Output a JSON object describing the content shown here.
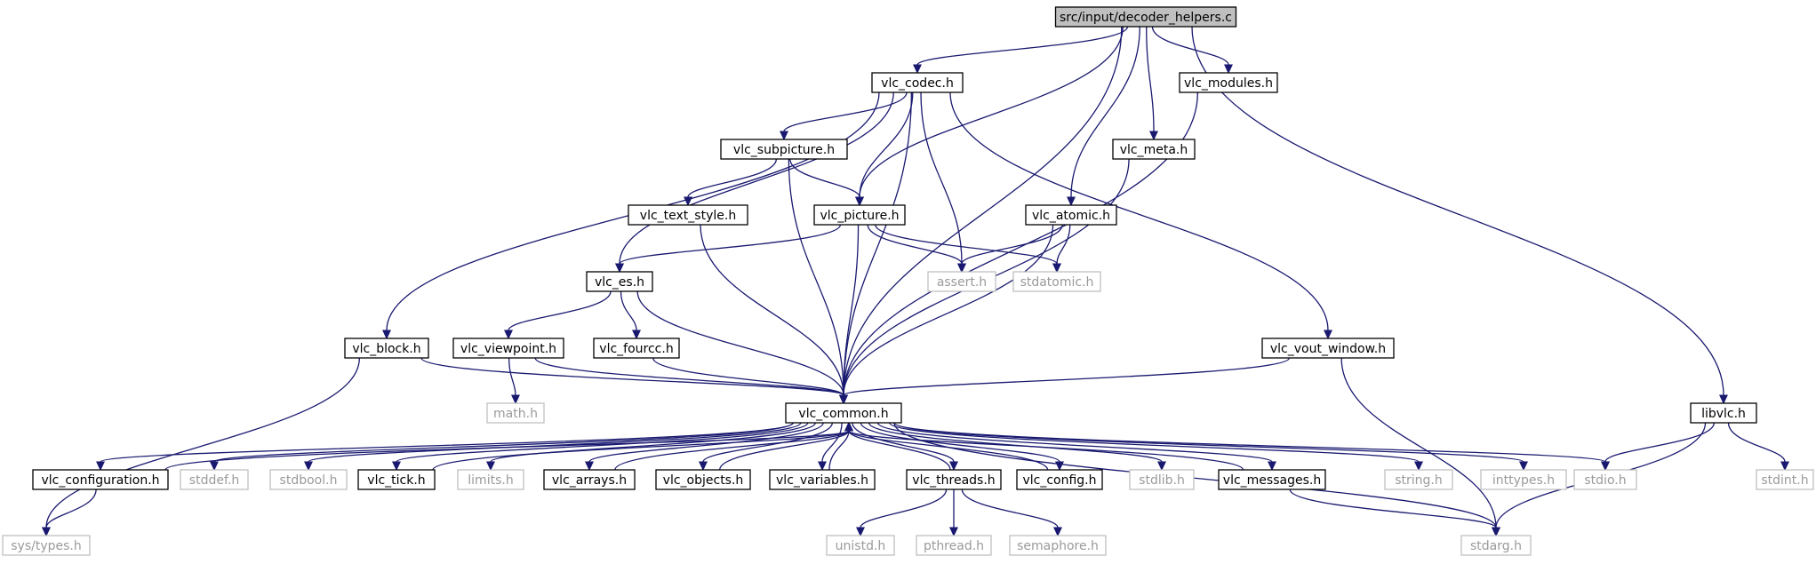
{
  "graph": {
    "colors": {
      "edge": "#191970",
      "root_fill": "#bfbfbf",
      "local_border": "#000000",
      "external_border": "#bfbfbf",
      "external_text": "#9a9a9a"
    },
    "nodes": [
      {
        "id": "root",
        "label": "src/input/decoder_helpers.c",
        "kind": "root"
      },
      {
        "id": "vlc_codec",
        "label": "vlc_codec.h",
        "kind": "local"
      },
      {
        "id": "vlc_modules",
        "label": "vlc_modules.h",
        "kind": "local"
      },
      {
        "id": "vlc_subpicture",
        "label": "vlc_subpicture.h",
        "kind": "local"
      },
      {
        "id": "vlc_meta",
        "label": "vlc_meta.h",
        "kind": "local"
      },
      {
        "id": "vlc_text_style",
        "label": "vlc_text_style.h",
        "kind": "local"
      },
      {
        "id": "vlc_picture",
        "label": "vlc_picture.h",
        "kind": "local"
      },
      {
        "id": "vlc_atomic",
        "label": "vlc_atomic.h",
        "kind": "local"
      },
      {
        "id": "vlc_es",
        "label": "vlc_es.h",
        "kind": "local"
      },
      {
        "id": "assert",
        "label": "assert.h",
        "kind": "external"
      },
      {
        "id": "stdatomic",
        "label": "stdatomic.h",
        "kind": "external"
      },
      {
        "id": "vlc_block",
        "label": "vlc_block.h",
        "kind": "local"
      },
      {
        "id": "vlc_viewpoint",
        "label": "vlc_viewpoint.h",
        "kind": "local"
      },
      {
        "id": "vlc_fourcc",
        "label": "vlc_fourcc.h",
        "kind": "local"
      },
      {
        "id": "vlc_vout_window",
        "label": "vlc_vout_window.h",
        "kind": "local"
      },
      {
        "id": "math",
        "label": "math.h",
        "kind": "external"
      },
      {
        "id": "vlc_common",
        "label": "vlc_common.h",
        "kind": "local"
      },
      {
        "id": "libvlc",
        "label": "libvlc.h",
        "kind": "local"
      },
      {
        "id": "vlc_configuration",
        "label": "vlc_configuration.h",
        "kind": "local"
      },
      {
        "id": "stddef",
        "label": "stddef.h",
        "kind": "external"
      },
      {
        "id": "stdbool",
        "label": "stdbool.h",
        "kind": "external"
      },
      {
        "id": "vlc_tick",
        "label": "vlc_tick.h",
        "kind": "local"
      },
      {
        "id": "limits",
        "label": "limits.h",
        "kind": "external"
      },
      {
        "id": "vlc_arrays",
        "label": "vlc_arrays.h",
        "kind": "local"
      },
      {
        "id": "vlc_objects",
        "label": "vlc_objects.h",
        "kind": "local"
      },
      {
        "id": "vlc_variables",
        "label": "vlc_variables.h",
        "kind": "local"
      },
      {
        "id": "vlc_threads",
        "label": "vlc_threads.h",
        "kind": "local"
      },
      {
        "id": "vlc_config",
        "label": "vlc_config.h",
        "kind": "local"
      },
      {
        "id": "stdlib",
        "label": "stdlib.h",
        "kind": "external"
      },
      {
        "id": "vlc_messages",
        "label": "vlc_messages.h",
        "kind": "local"
      },
      {
        "id": "string",
        "label": "string.h",
        "kind": "external"
      },
      {
        "id": "inttypes",
        "label": "inttypes.h",
        "kind": "external"
      },
      {
        "id": "stdio",
        "label": "stdio.h",
        "kind": "external"
      },
      {
        "id": "stdint",
        "label": "stdint.h",
        "kind": "external"
      },
      {
        "id": "sys_types",
        "label": "sys/types.h",
        "kind": "external"
      },
      {
        "id": "unistd",
        "label": "unistd.h",
        "kind": "external"
      },
      {
        "id": "pthread",
        "label": "pthread.h",
        "kind": "external"
      },
      {
        "id": "semaphore",
        "label": "semaphore.h",
        "kind": "external"
      },
      {
        "id": "stdarg",
        "label": "stdarg.h",
        "kind": "external"
      }
    ],
    "edges": [
      [
        "root",
        "vlc_codec"
      ],
      [
        "root",
        "vlc_modules"
      ],
      [
        "root",
        "vlc_meta"
      ],
      [
        "root",
        "vlc_picture"
      ],
      [
        "root",
        "vlc_atomic"
      ],
      [
        "root",
        "vlc_common"
      ],
      [
        "root",
        "libvlc"
      ],
      [
        "vlc_codec",
        "vlc_subpicture"
      ],
      [
        "vlc_codec",
        "vlc_picture"
      ],
      [
        "vlc_codec",
        "vlc_es"
      ],
      [
        "vlc_codec",
        "vlc_block"
      ],
      [
        "vlc_codec",
        "assert"
      ],
      [
        "vlc_codec",
        "vlc_common"
      ],
      [
        "vlc_codec",
        "vlc_vout_window"
      ],
      [
        "vlc_subpicture",
        "vlc_text_style"
      ],
      [
        "vlc_subpicture",
        "vlc_picture"
      ],
      [
        "vlc_subpicture",
        "vlc_common"
      ],
      [
        "vlc_text_style",
        "vlc_common"
      ],
      [
        "vlc_picture",
        "vlc_es"
      ],
      [
        "vlc_picture",
        "assert"
      ],
      [
        "vlc_picture",
        "stdatomic"
      ],
      [
        "vlc_picture",
        "vlc_common"
      ],
      [
        "vlc_atomic",
        "assert"
      ],
      [
        "vlc_atomic",
        "stdatomic"
      ],
      [
        "vlc_atomic",
        "vlc_common"
      ],
      [
        "vlc_meta",
        "vlc_common"
      ],
      [
        "vlc_modules",
        "vlc_common"
      ],
      [
        "vlc_es",
        "vlc_viewpoint"
      ],
      [
        "vlc_es",
        "vlc_fourcc"
      ],
      [
        "vlc_es",
        "vlc_common"
      ],
      [
        "vlc_block",
        "vlc_common"
      ],
      [
        "vlc_block",
        "sys_types"
      ],
      [
        "vlc_viewpoint",
        "math"
      ],
      [
        "vlc_viewpoint",
        "vlc_common"
      ],
      [
        "vlc_fourcc",
        "vlc_common"
      ],
      [
        "vlc_vout_window",
        "vlc_common"
      ],
      [
        "vlc_vout_window",
        "stdarg"
      ],
      [
        "vlc_common",
        "vlc_configuration"
      ],
      [
        "vlc_common",
        "stddef"
      ],
      [
        "vlc_common",
        "stdbool"
      ],
      [
        "vlc_common",
        "vlc_tick"
      ],
      [
        "vlc_common",
        "limits"
      ],
      [
        "vlc_common",
        "vlc_arrays"
      ],
      [
        "vlc_common",
        "vlc_objects"
      ],
      [
        "vlc_common",
        "vlc_variables"
      ],
      [
        "vlc_common",
        "vlc_threads"
      ],
      [
        "vlc_common",
        "vlc_config"
      ],
      [
        "vlc_common",
        "stdlib"
      ],
      [
        "vlc_common",
        "vlc_messages"
      ],
      [
        "vlc_common",
        "string"
      ],
      [
        "vlc_common",
        "inttypes"
      ],
      [
        "vlc_common",
        "stdio"
      ],
      [
        "vlc_common",
        "stdarg"
      ],
      [
        "vlc_configuration",
        "vlc_common"
      ],
      [
        "vlc_configuration",
        "sys_types"
      ],
      [
        "vlc_tick",
        "vlc_common"
      ],
      [
        "vlc_arrays",
        "vlc_common"
      ],
      [
        "vlc_objects",
        "vlc_common"
      ],
      [
        "vlc_variables",
        "vlc_common"
      ],
      [
        "vlc_threads",
        "vlc_common"
      ],
      [
        "vlc_config",
        "vlc_common"
      ],
      [
        "vlc_messages",
        "vlc_common"
      ],
      [
        "vlc_threads",
        "unistd"
      ],
      [
        "vlc_threads",
        "pthread"
      ],
      [
        "vlc_threads",
        "semaphore"
      ],
      [
        "vlc_messages",
        "stdarg"
      ],
      [
        "libvlc",
        "stdio"
      ],
      [
        "libvlc",
        "stdint"
      ],
      [
        "libvlc",
        "stdarg"
      ]
    ]
  }
}
